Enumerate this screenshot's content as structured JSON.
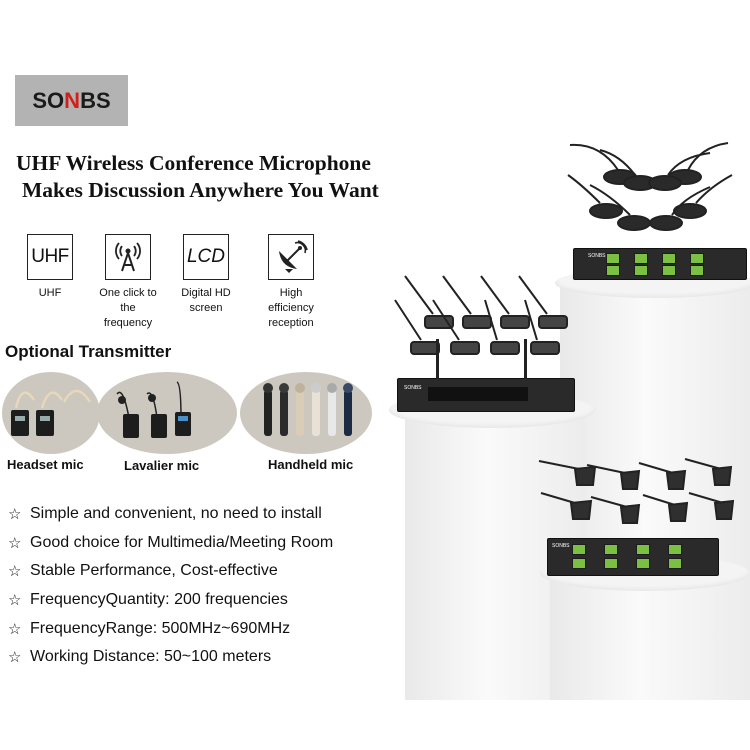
{
  "brand": {
    "logo_text_a": "SO",
    "logo_text_b": "N",
    "logo_text_c": "BS",
    "accent": "#d0201b",
    "logo_bg": "#b3b3b3"
  },
  "headline": {
    "line1": "UHF Wireless Conference Microphone",
    "line2": "Makes Discussion Anywhere You Want"
  },
  "features": [
    {
      "icon": "uhf-icon",
      "icon_text": "UHF",
      "caption1": "UHF",
      "caption2": ""
    },
    {
      "icon": "antenna-tower-icon",
      "icon_text": "",
      "caption1": "One click to",
      "caption2": "the frequency"
    },
    {
      "icon": "lcd-icon",
      "icon_text": "LCD",
      "caption1": "Digital HD",
      "caption2": "screen"
    },
    {
      "icon": "satellite-dish-icon",
      "icon_text": "",
      "caption1": "High efficiency",
      "caption2": "reception"
    }
  ],
  "optional": {
    "title": "Optional Transmitter",
    "items": [
      {
        "label": "Headset mic"
      },
      {
        "label": "Lavalier mic"
      },
      {
        "label": "Handheld mic"
      }
    ]
  },
  "bullets": [
    "Simple and convenient, no need to install",
    "Good choice for Multimedia/Meeting Room",
    "Stable Performance, Cost-effective",
    "FrequencyQuantity: 200 frequencies",
    "FrequencyRange: 500MHz~690MHz",
    "Working Distance: 50~100 meters"
  ],
  "star": "☆",
  "rack_brand": "SONBS"
}
